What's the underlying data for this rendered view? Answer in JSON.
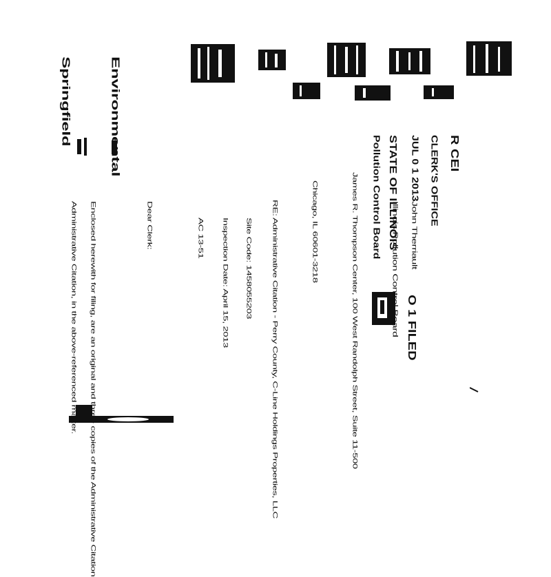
{
  "stamp": {
    "received_mark": "R CEI",
    "office": "CLERK'S OFFICE",
    "date": "JUL 0 1 2013",
    "state": "STATE OF ILLINOIS",
    "board": "Pollution Control Board"
  },
  "recipient": {
    "name": "John Therriault",
    "org": "Illinois Pollution Control Board",
    "address": "James R. Thompson Center, 100 West Randolph Street, Suite 11-500",
    "city": "Chicago, IL 60601-3218"
  },
  "re": {
    "label": "RE:",
    "subject": "Administrative Citation - Perry County, C-Line Holdings Properties, LLC",
    "site_code": "Site Code: 1458055203",
    "inspection_date": "Inspection Date: April 15, 2013",
    "ac_number": "AC 13-51"
  },
  "salutation": "Dear Clerk:",
  "body_lines": [
    "Enclosed herewith for filing, are an original and three copies of the Administrative Citation",
    "Administrative Citation, in the above-referenced matter."
  ],
  "side_mark": "O 1 FILED",
  "left_marks": {
    "mark_a": "Springfield",
    "mark_b": "Environmental"
  },
  "colors": {
    "ink": "#111111",
    "paper": "#ffffff"
  }
}
